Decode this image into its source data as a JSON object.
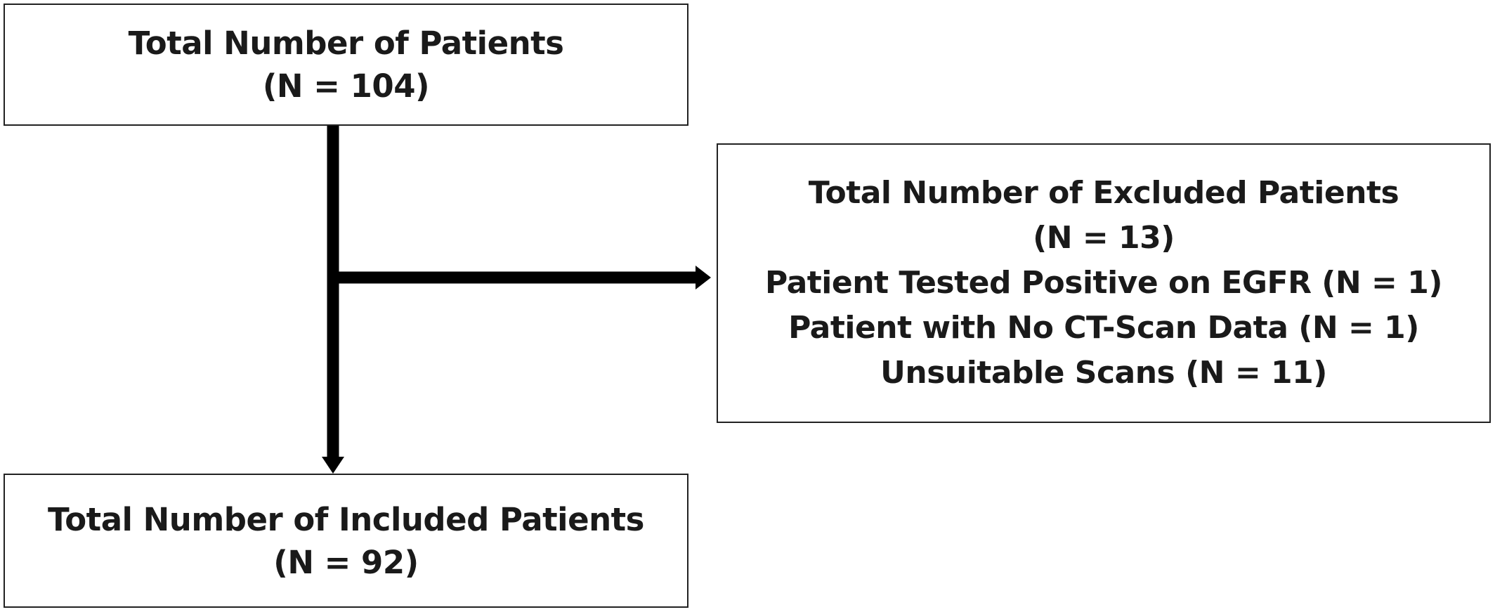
{
  "diagram": {
    "total": {
      "title": "Total Number of Patients",
      "count": "(N = 104)"
    },
    "excluded": {
      "title": "Total Number of Excluded Patients",
      "count": "(N = 13)",
      "reasons": [
        "Patient Tested Positive on EGFR (N = 1)",
        "Patient with No CT-Scan Data (N = 1)",
        "Unsuitable Scans (N = 11)"
      ]
    },
    "included": {
      "title": "Total Number of Included Patients",
      "count": "(N = 92)"
    },
    "colors": {
      "stroke": "#000000",
      "border": "#222222",
      "text": "#1a1a1a",
      "background": "#ffffff"
    }
  }
}
